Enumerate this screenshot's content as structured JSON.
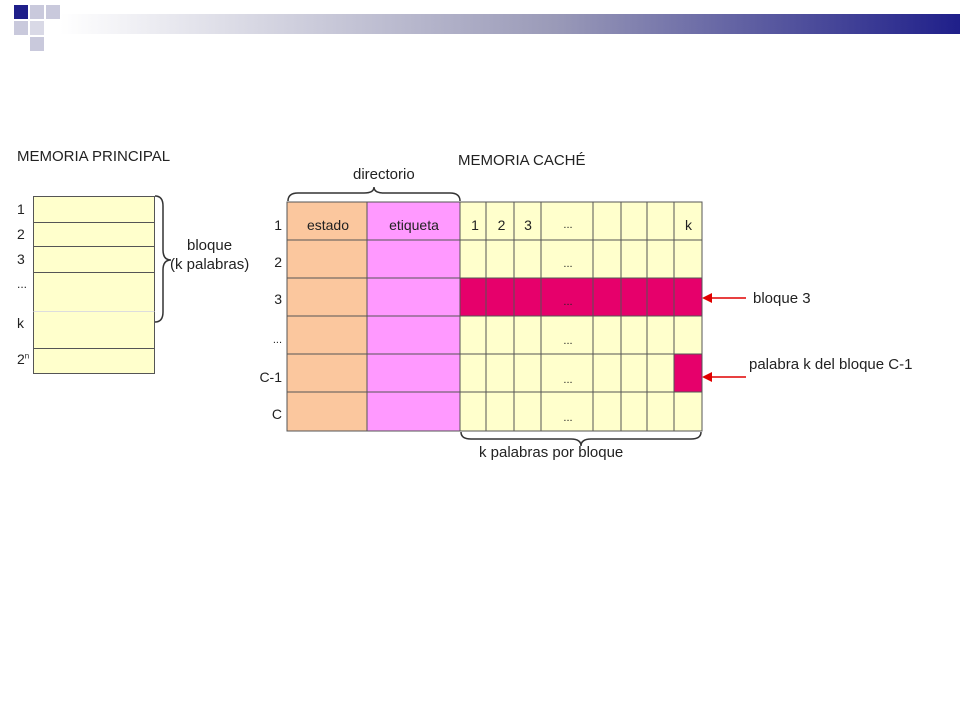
{
  "colors": {
    "cream": "#ffffcc",
    "orange": "#fbc79e",
    "pink": "#ff99ff",
    "magenta": "#e6006b",
    "arrow": "#e00000",
    "accent_blue": "#1f1f8a"
  },
  "main_memory": {
    "title": "MEMORIA PRINCIPAL",
    "row_labels": [
      "1",
      "2",
      "3",
      "...",
      "k",
      "2"
    ],
    "last_label_sup": "n",
    "brace_label_line1": "bloque",
    "brace_label_line2": "(k palabras)"
  },
  "cache": {
    "title": "MEMORIA CACHÉ",
    "directory_label": "directorio",
    "col_estado": "estado",
    "col_etiqueta": "etiqueta",
    "word_headers": [
      "1",
      "2",
      "3",
      "...",
      "",
      "",
      "",
      "k"
    ],
    "row_labels": [
      "1",
      "2",
      "3",
      "...",
      "C-1",
      "C"
    ],
    "dots": "...",
    "bottom_label": "k palabras por bloque"
  },
  "annotations": {
    "block3": "bloque 3",
    "word_k": "palabra k del bloque C-1"
  }
}
